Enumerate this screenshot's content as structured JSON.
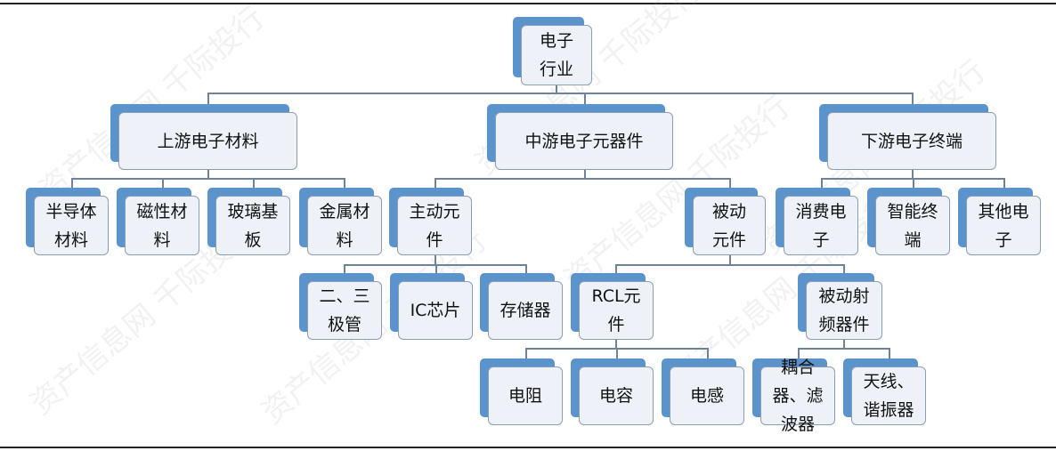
{
  "watermark": "资产信息网 千际投行",
  "nodes": {
    "root": "电子行业",
    "upstream": "上游电子材料",
    "midstream": "中游电子元器件",
    "downstream": "下游电子终端",
    "semiconductor": "半导体材料",
    "magnetic": "磁性材料",
    "glass": "玻璃基板",
    "metal": "金属材料",
    "active": "主动元件",
    "passive": "被动元件",
    "consumer": "消费电子",
    "smart": "智能终端",
    "other": "其他电子",
    "diode": "二、三极管",
    "ic": "IC芯片",
    "memory": "存储器",
    "rcl": "RCL元件",
    "rf": "被动射频器件",
    "resistor": "电阻",
    "capacitor": "电容",
    "inductor": "电感",
    "coupler": "耦合器、滤波器",
    "antenna": "天线、谐振器"
  }
}
